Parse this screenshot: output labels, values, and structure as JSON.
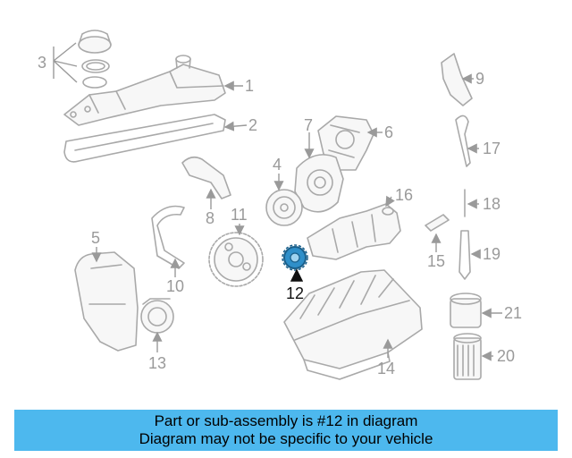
{
  "diagram": {
    "highlight_color": "#2f8fc9",
    "highlighted_callout": "12",
    "callouts": [
      {
        "n": "1"
      },
      {
        "n": "2"
      },
      {
        "n": "3"
      },
      {
        "n": "4"
      },
      {
        "n": "5"
      },
      {
        "n": "6"
      },
      {
        "n": "7"
      },
      {
        "n": "8"
      },
      {
        "n": "9"
      },
      {
        "n": "10"
      },
      {
        "n": "11"
      },
      {
        "n": "12"
      },
      {
        "n": "13"
      },
      {
        "n": "14"
      },
      {
        "n": "15"
      },
      {
        "n": "16"
      },
      {
        "n": "17"
      },
      {
        "n": "18"
      },
      {
        "n": "19"
      },
      {
        "n": "20"
      },
      {
        "n": "21"
      }
    ]
  },
  "banner": {
    "line1": "Part or sub-assembly is #12 in diagram",
    "line2": "Diagram may not be specific to your vehicle",
    "background": "#4db8ee"
  }
}
